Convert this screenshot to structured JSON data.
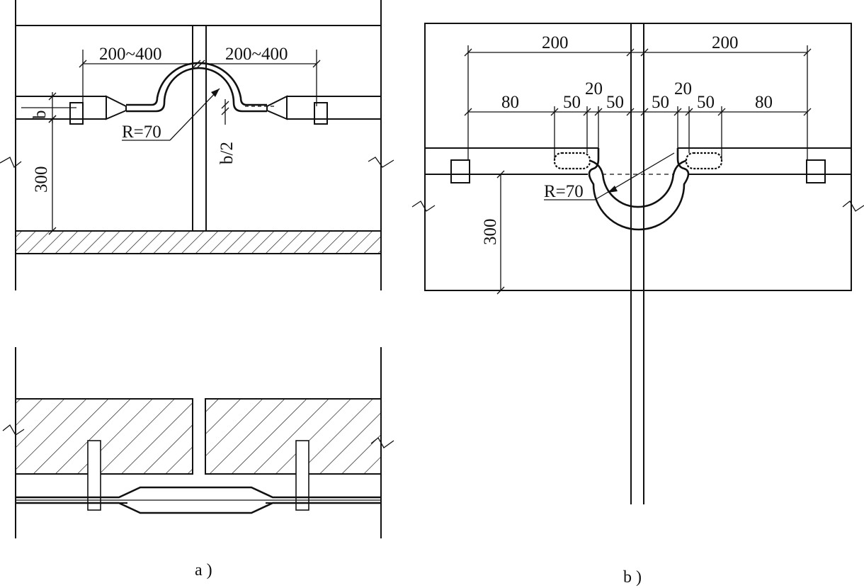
{
  "figure_a": {
    "top": {
      "dim_left": "200~400",
      "dim_right": "200~400",
      "radius_label": "R=70",
      "bar_width_label": "b",
      "half_width_label": "b/2",
      "spacing_label": "300"
    },
    "caption": "a )"
  },
  "figure_b": {
    "dim_left_total": "200",
    "dim_right_total": "200",
    "dim_left_outer": "80",
    "dim_left_mid": "50",
    "dim_left_small": "20",
    "dim_left_inner": "50",
    "dim_right_inner": "50",
    "dim_right_small": "20",
    "dim_right_mid": "50",
    "dim_right_outer": "80",
    "radius_label": "R=70",
    "spacing_label": "300",
    "caption": "b )"
  }
}
